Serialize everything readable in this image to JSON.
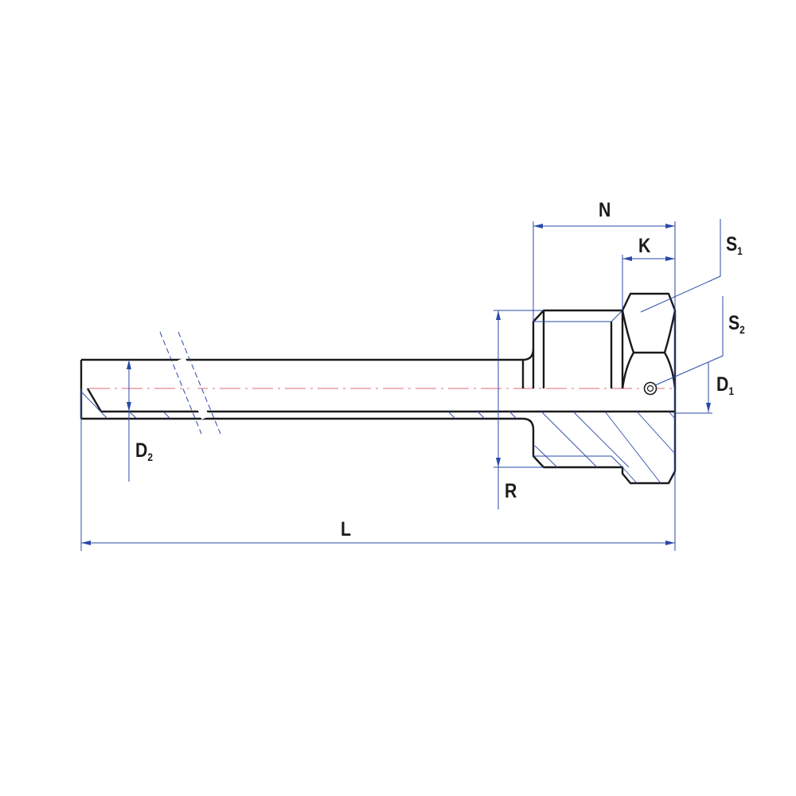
{
  "title": "Thermowell dimension drawing",
  "labels": {
    "N": "N",
    "K": "K",
    "S1_main": "S",
    "S1_sub": "1",
    "S2_main": "S",
    "S2_sub": "2",
    "D1_main": "D",
    "D1_sub": "1",
    "D2_main": "D",
    "D2_sub": "2",
    "R": "R",
    "L": "L"
  },
  "colors": {
    "outline": "#1a1a1a",
    "dimension": "#2a4aa8",
    "centerline": "#e06a78"
  }
}
